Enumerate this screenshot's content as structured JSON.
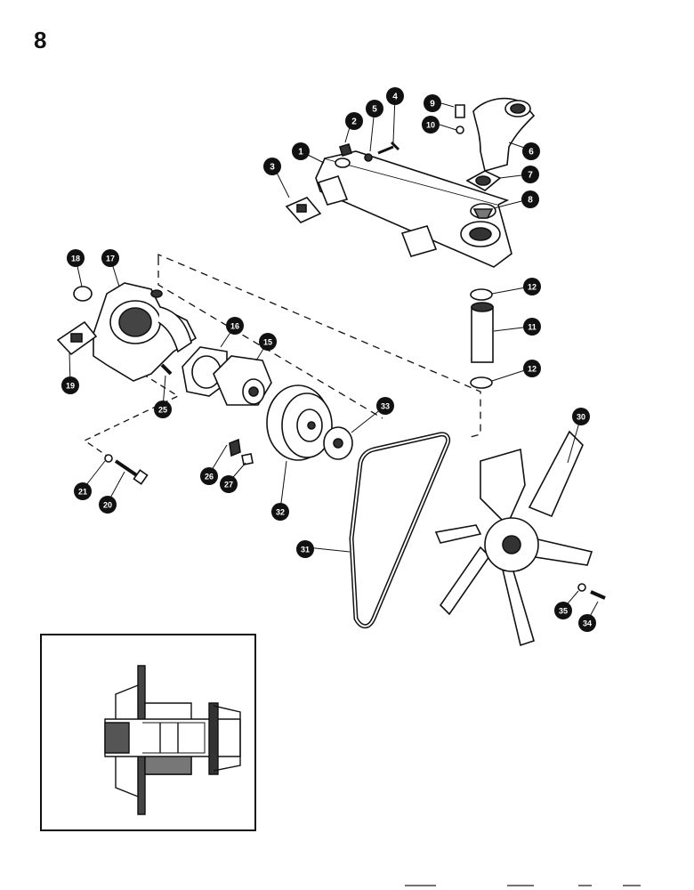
{
  "page": {
    "number": "8"
  },
  "callouts": [
    {
      "id": "c1",
      "label": "1"
    },
    {
      "id": "c2",
      "label": "2"
    },
    {
      "id": "c3",
      "label": "3"
    },
    {
      "id": "c4",
      "label": "4"
    },
    {
      "id": "c5",
      "label": "5"
    },
    {
      "id": "c6",
      "label": "6"
    },
    {
      "id": "c7",
      "label": "7"
    },
    {
      "id": "c8",
      "label": "8"
    },
    {
      "id": "c9",
      "label": "9"
    },
    {
      "id": "c10",
      "label": "10"
    },
    {
      "id": "c11",
      "label": "11"
    },
    {
      "id": "c12a",
      "label": "12"
    },
    {
      "id": "c12b",
      "label": "12"
    },
    {
      "id": "c15",
      "label": "15"
    },
    {
      "id": "c16",
      "label": "16"
    },
    {
      "id": "c17",
      "label": "17"
    },
    {
      "id": "c18",
      "label": "18"
    },
    {
      "id": "c19",
      "label": "19"
    },
    {
      "id": "c20",
      "label": "20"
    },
    {
      "id": "c21",
      "label": "21"
    },
    {
      "id": "c25",
      "label": "25"
    },
    {
      "id": "c26",
      "label": "26"
    },
    {
      "id": "c27",
      "label": "27"
    },
    {
      "id": "c30",
      "label": "30"
    },
    {
      "id": "c31",
      "label": "31"
    },
    {
      "id": "c32",
      "label": "32"
    },
    {
      "id": "c33",
      "label": "33"
    },
    {
      "id": "c34",
      "label": "34"
    },
    {
      "id": "c35",
      "label": "35"
    }
  ],
  "colors": {
    "ink": "#111111",
    "fill": "#ffffff",
    "shade": "#555555"
  }
}
